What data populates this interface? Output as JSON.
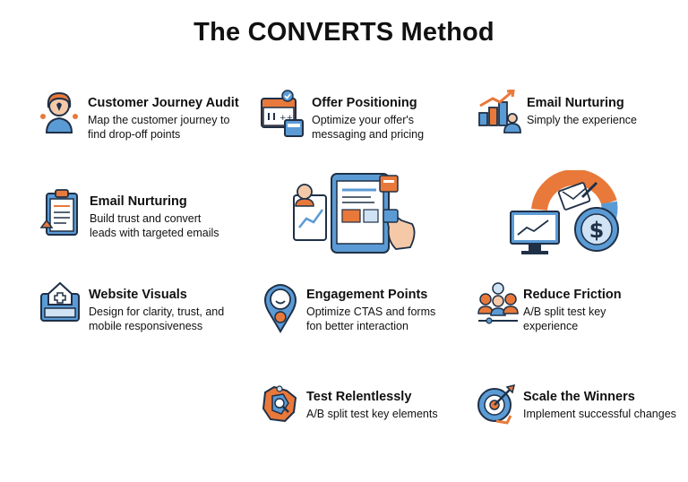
{
  "title": "The CONVERTS Method",
  "items": [
    {
      "heading": "Customer Journey Audit",
      "desc": "Map the customer journey to\nfind drop-off points",
      "icon": "customer-journey-icon"
    },
    {
      "heading": "Offer Positioning",
      "desc": "Optimize your offer's\nmessaging and pricing",
      "icon": "offer-positioning-icon"
    },
    {
      "heading": "Email Nurturing",
      "desc": "Simplу the experience",
      "icon": "growth-chart-icon"
    },
    {
      "heading": "Email Nurturing",
      "desc": "Build trust and convert\nleads with targeted emails",
      "icon": "clipboard-icon"
    },
    {
      "heading": "Website Visuals",
      "desc": "Design for clarity, trust, and\nmobile responsiveness",
      "icon": "website-visuals-icon"
    },
    {
      "heading": "Engagement Points",
      "desc": "Optimize CTAS and forms\nfon better interaction",
      "icon": "location-pin-icon"
    },
    {
      "heading": "Reduce Friction",
      "desc": "A/B split test key\nexperience",
      "icon": "team-icon"
    },
    {
      "heading": "Test Relentlessly",
      "desc": "A/B split test key elements",
      "icon": "map-test-icon"
    },
    {
      "heading": "Scale the Winners",
      "desc": "Implement successful changes",
      "icon": "target-icon"
    }
  ],
  "colors": {
    "orange": "#e8793a",
    "blue": "#5b9bd5",
    "light_blue": "#cfe3f5",
    "navy": "#1f3047"
  }
}
